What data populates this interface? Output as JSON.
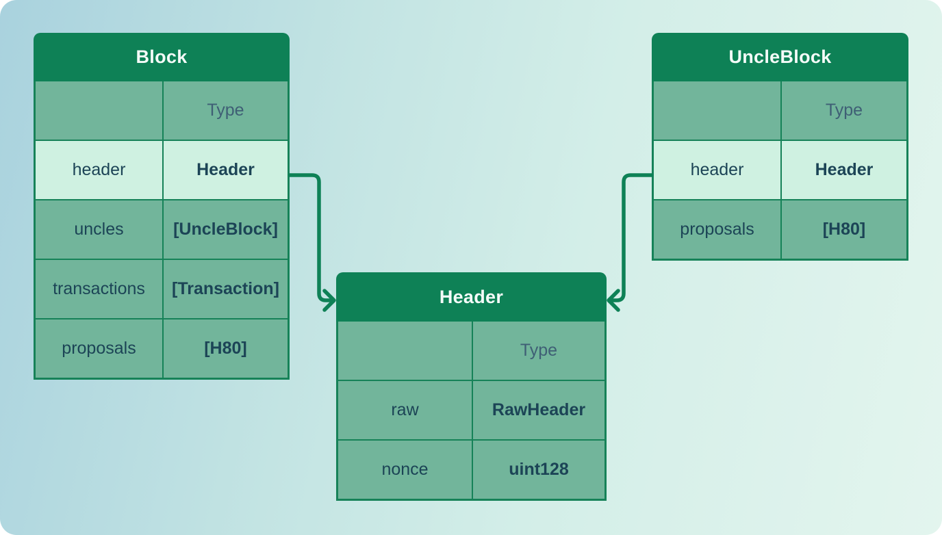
{
  "theme": {
    "accent_green": "#0e8156",
    "border_green": "#168258",
    "title_text_color": "#f4fbf8",
    "cell_text_color": "#1c4456",
    "type_header_text_color": "#3f5f75",
    "highlight_row_bg": "#defaec",
    "background_gradient": [
      "#a9d2de",
      "#c3e4e3",
      "#d3eee8",
      "#e3f5ee"
    ]
  },
  "tables": {
    "block": {
      "title": "Block",
      "type_header": "Type",
      "rows": [
        {
          "field": "header",
          "type": "Header",
          "highlighted": true
        },
        {
          "field": "uncles",
          "type": "[UncleBlock]",
          "highlighted": false
        },
        {
          "field": "transactions",
          "type": "[Transaction]",
          "highlighted": false
        },
        {
          "field": "proposals",
          "type": "[H80]",
          "highlighted": false
        }
      ]
    },
    "uncle_block": {
      "title": "UncleBlock",
      "type_header": "Type",
      "rows": [
        {
          "field": "header",
          "type": "Header",
          "highlighted": true
        },
        {
          "field": "proposals",
          "type": "[H80]",
          "highlighted": false
        }
      ]
    },
    "header": {
      "title": "Header",
      "type_header": "Type",
      "rows": [
        {
          "field": "raw",
          "type": "RawHeader",
          "highlighted": false
        },
        {
          "field": "nonce",
          "type": "uint128",
          "highlighted": false
        }
      ]
    }
  },
  "connections": [
    {
      "from": "Block.header",
      "to": "Header"
    },
    {
      "from": "UncleBlock.header",
      "to": "Header"
    }
  ]
}
